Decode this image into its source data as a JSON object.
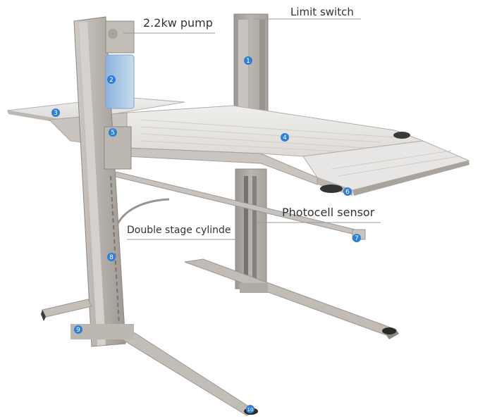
{
  "callouts": {
    "pump": "2.2kw pump",
    "limit_switch": "Limit switch",
    "photocell": "Photocell sensor",
    "cylinder": "Double stage cylinde"
  },
  "markers": [
    "1",
    "2",
    "3",
    "4",
    "5",
    "6",
    "7",
    "8",
    "9",
    "10"
  ],
  "colors": {
    "marker": "#2f7fd6",
    "steel": "#b9b3ae",
    "platform": "#e6e4e2",
    "leader": "#9a9a9a"
  }
}
